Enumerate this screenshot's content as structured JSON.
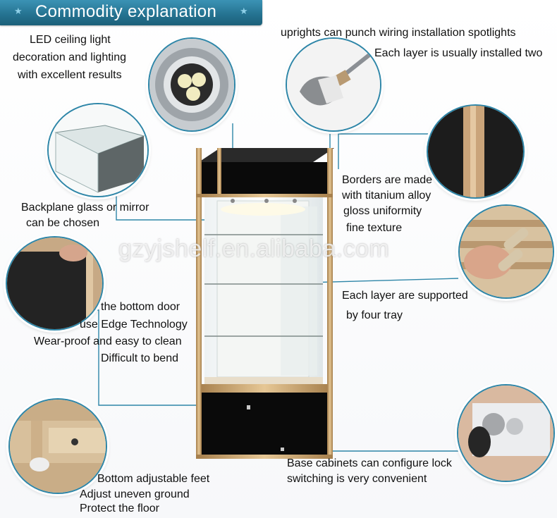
{
  "header": {
    "title": "Commodity explanation"
  },
  "watermark": "gzyjshelf.en.alibaba.com",
  "labels": {
    "led": [
      "LED ceiling light",
      "decoration and lighting",
      "with excellent results"
    ],
    "spotlights": [
      "uprights can punch wiring installation spotlights",
      "Each layer is usually installed two"
    ],
    "backplane": [
      "Backplane glass or mirror",
      "can be chosen"
    ],
    "borders": [
      "Borders are made",
      "with titanium alloy",
      "gloss uniformity",
      "fine texture"
    ],
    "tray": [
      "Each layer are supported",
      "by four tray"
    ],
    "door": [
      "the bottom door",
      "use Edge Technology",
      "Wear-proof and easy to clean",
      "Difficult to bend"
    ],
    "feet": [
      "Bottom adjustable feet",
      "Adjust uneven ground",
      "Protect the floor"
    ],
    "lock": [
      "Base cabinets can configure lock",
      "switching is very convenient"
    ]
  },
  "colors": {
    "banner": "#24718f",
    "connector": "#2e86a8",
    "frame": "#c9a26b",
    "panel": "#0a0a0a"
  },
  "icons": [
    "star-icon",
    "led-light-icon",
    "spotlight-icon",
    "glass-panel-icon",
    "alloy-border-icon",
    "tray-peg-icon",
    "door-panel-icon",
    "adjustable-foot-icon",
    "lock-key-icon"
  ]
}
